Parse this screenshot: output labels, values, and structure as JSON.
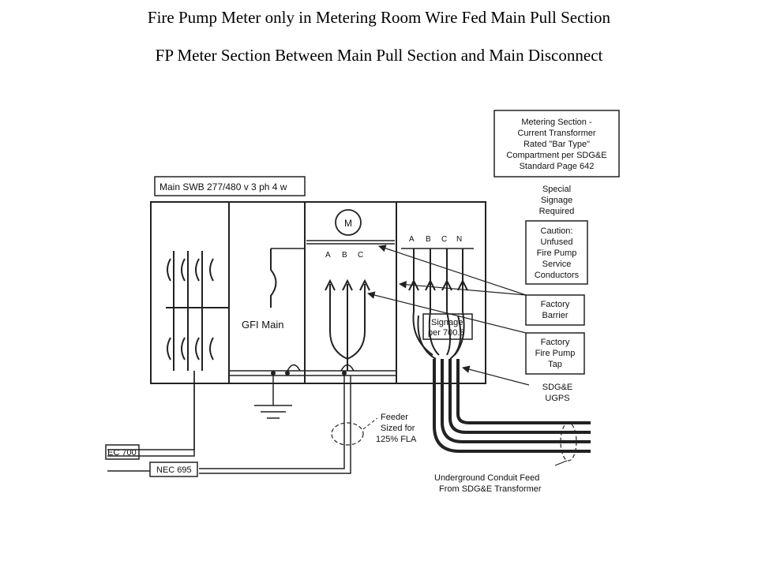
{
  "titles": {
    "line1": "Fire Pump Meter only in Metering Room Wire Fed Main Pull Section",
    "line2": "FP Meter Section Between Main Pull Section and Main Disconnect"
  },
  "diagram": {
    "main_swb_label": "Main SWB 277/480 v 3 ph 4 w",
    "meter_symbol": "M",
    "gfi_main_label": "GFI Main",
    "meter_phase_labels": [
      "A",
      "B",
      "C"
    ],
    "pull_phase_labels": [
      "A",
      "B",
      "C",
      "N"
    ],
    "metering_section_note": [
      "Metering Section -",
      "Current Transformer",
      "Rated \"Bar Type\"",
      "Compartment per SDG&E",
      "Standard Page 642"
    ],
    "special_signage_note": [
      "Special",
      "Signage",
      "Required"
    ],
    "caution_note": [
      "Caution:",
      "Unfused",
      "Fire Pump",
      "Service",
      "Conductors"
    ],
    "factory_barrier_note": [
      "Factory",
      "Barrier"
    ],
    "factory_tap_note": [
      "Factory",
      "Fire Pump",
      "Tap"
    ],
    "signage_box": [
      "Signage",
      "per 700.8"
    ],
    "sdge_ugps_note": [
      "SDG&E",
      "UGPS"
    ],
    "feeder_note": [
      "Feeder",
      "Sized for",
      "125% FLA"
    ],
    "nec_700_label": "EC 700",
    "nec_695_label": "NEC 695",
    "conduit_note": [
      "Underground Conduit Feed",
      "From SDG&E Transformer"
    ]
  }
}
